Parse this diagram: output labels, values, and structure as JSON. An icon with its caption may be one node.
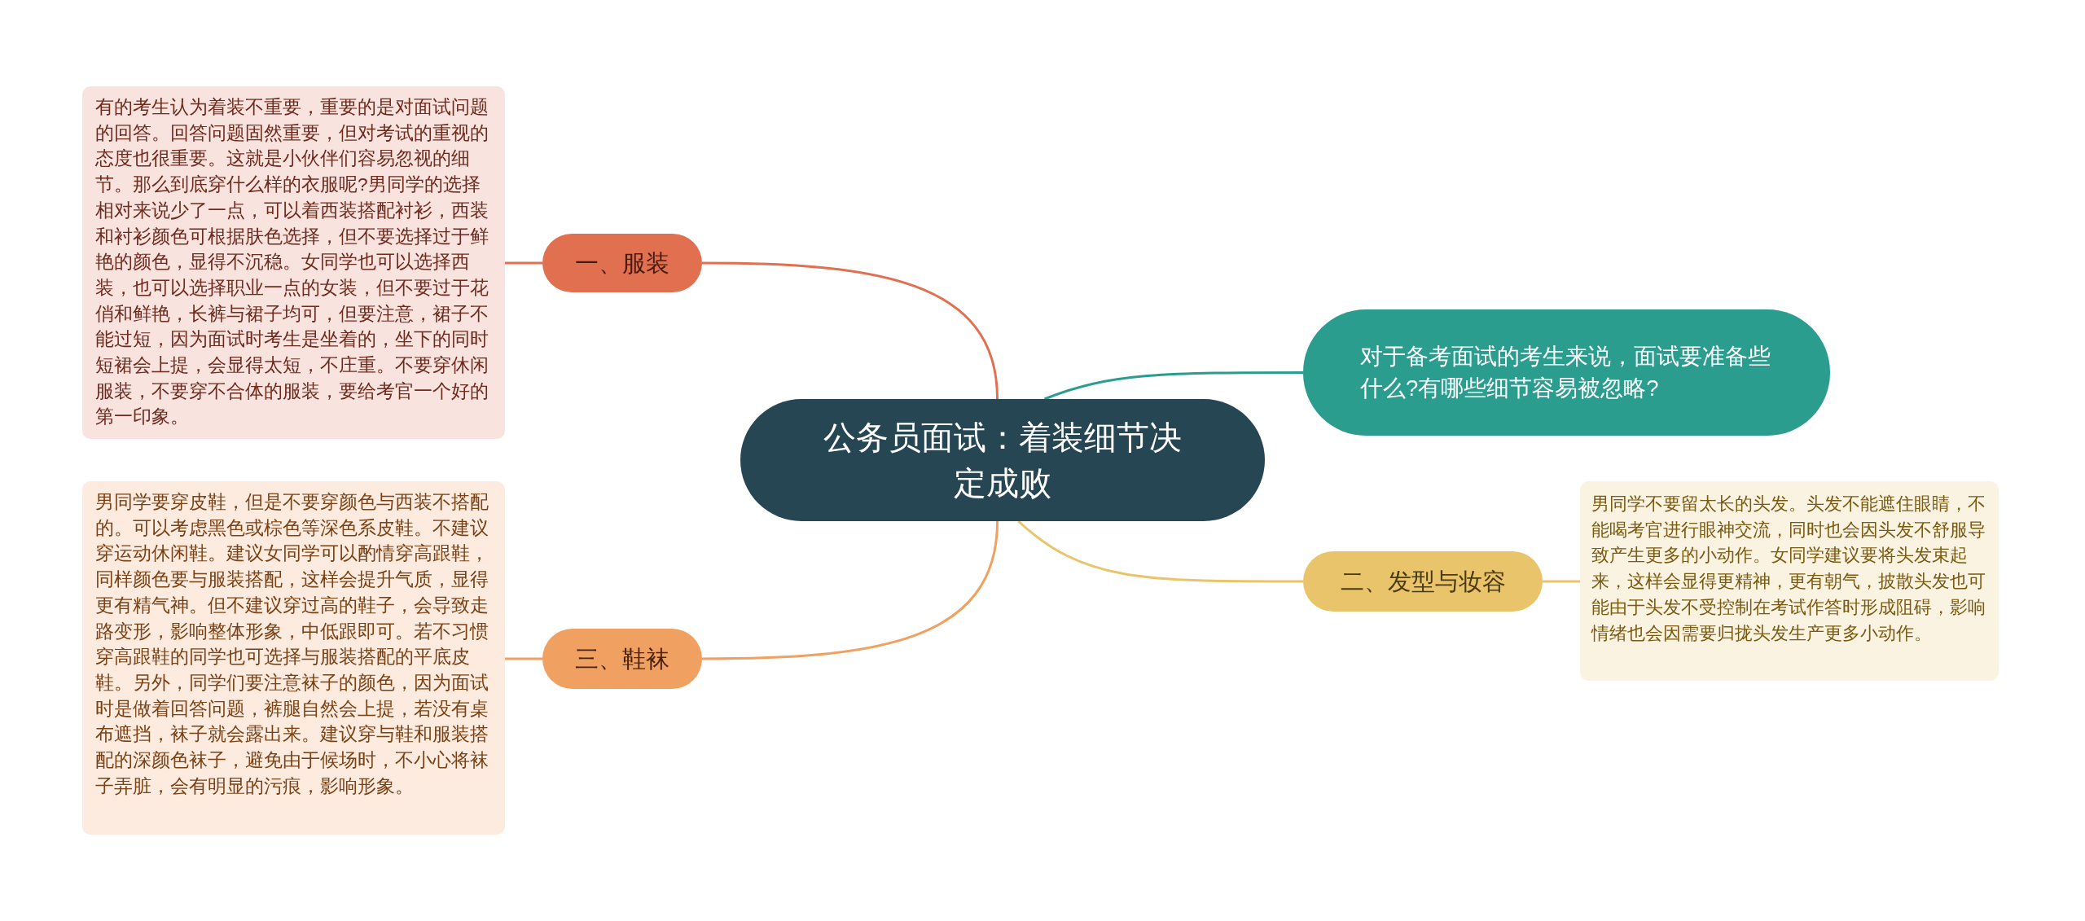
{
  "diagram": {
    "nodes": [
      {
        "text": [
          "公务员面试：着装细节决定成败"
        ]
      },
      {
        "text": [
          "一、服装"
        ]
      },
      {
        "text": [
          "有的考生认为着装不重要，重要的是对面试问题的回答。回答问题固然重要，但对考试的重视的态度也很重要。这就是小伙伴们容易忽视的细节。那么到底穿什么样的衣服呢?男同学的选择相对来说少了一点，可以着西装搭配衬衫，西装和衬衫颜色可根据肤色选择，但不要选择过于鲜艳的颜色，显得不沉稳。女同学也可以选择西装，也可以选择职业一点的女装，但不要过于花俏和鲜艳，长裤与裙子均可，但要注意，裙子不能过短，因为面试时考生是坐着的，坐下的同时短裙会上提，会显得太短，不庄重。不要穿休闲服装，不要穿不合体的服装，要给考官一个好的第一印象。"
        ]
      },
      {
        "text": [
          "三、鞋袜"
        ]
      },
      {
        "text": [
          "男同学要穿皮鞋，但是不要穿颜色与西装不搭配的。可以考虑黑色或棕色等深色系皮鞋。不建议穿运动休闲鞋。建议女同学可以酌情穿高跟鞋，同样颜色要与服装搭配，这样会提升气质，显得更有精气神。但不建议穿过高的鞋子，会导致走路变形，影响整体形象，中低跟即可。若不习惯穿高跟鞋的同学也可选择与服装搭配的平底皮鞋。另外，同学们要注意袜子的颜色，因为面试时是做着回答问题，裤腿自然会上提，若没有桌布遮挡，袜子就会露出来。建议穿与鞋和服装搭配的深颜色袜子，避免由于候场时，不小心将袜子弄脏，会有明显的污痕，影响形象。"
        ]
      },
      {
        "text": [
          "对于备考面试的考生来说，面试要准备些什么?有哪些细节容易被忽略?"
        ]
      },
      {
        "text": [
          "二、发型与妆容"
        ]
      },
      {
        "text": [
          "男同学不要留太长的头发。头发不能遮住眼睛，不能喝考官进行眼神交流，同时也会因头发不舒服导致产生更多的小动作。女同学建议要将头发束起来，这样会显得更精神，更有朝气，披散头发也可能由于头发不受控制在考试作答时形成阻碍，影响情绪也会因需要归拢头发生产更多小动作。"
        ]
      }
    ],
    "edges": [
      {
        "from": 0,
        "to": 1,
        "arrow": "none",
        "color": "#e07050"
      },
      {
        "from": 1,
        "to": 2,
        "arrow": "none",
        "color": "#e07050"
      },
      {
        "from": 0,
        "to": 3,
        "arrow": "none",
        "color": "#f0a060"
      },
      {
        "from": 3,
        "to": 4,
        "arrow": "none",
        "color": "#f0a060"
      },
      {
        "from": 0,
        "to": 5,
        "arrow": "none",
        "color": "#2a9d8f"
      },
      {
        "from": 0,
        "to": 6,
        "arrow": "none",
        "color": "#e9c46a"
      },
      {
        "from": 6,
        "to": 7,
        "arrow": "none",
        "color": "#e9c46a"
      }
    ]
  }
}
